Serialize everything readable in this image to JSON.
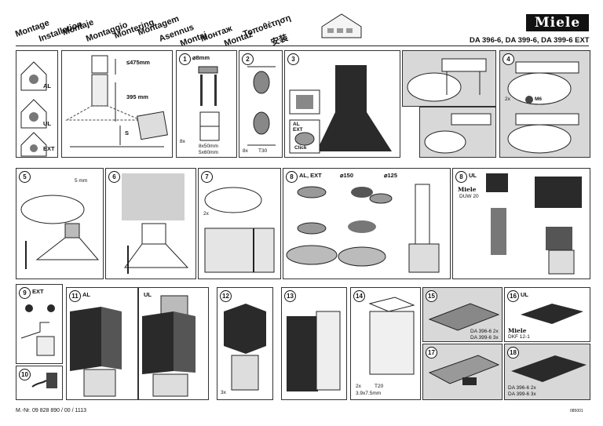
{
  "header": {
    "titles": [
      "Montage",
      "Installation",
      "Montaje",
      "Montaggio",
      "Montering",
      "Montagem",
      "Asennus",
      "Montaj",
      "Монтаж",
      "Montaż",
      "Τοποθέτηση",
      "安装"
    ],
    "brand": "Miele",
    "models": "DA 396-6, DA 399-6, DA 399-6 EXT"
  },
  "overview": {
    "modes": [
      "AL",
      "UL",
      "EXT"
    ],
    "dim_top": "≤475mm",
    "dim_mid": "395 mm",
    "dim_s": "S"
  },
  "steps": {
    "s1": {
      "num": "1",
      "drill": "⌀8mm",
      "count": "8x",
      "screws_a": "8x50mm",
      "screws_b": "5x60mm"
    },
    "s2": {
      "num": "2",
      "count": "8x",
      "tool": "T30"
    },
    "s3": {
      "num": "3",
      "modes": "AL\nEXT",
      "click": "Click"
    },
    "s4": {
      "num": "4",
      "count": "2x",
      "nut": "M6"
    },
    "s5": {
      "num": "5",
      "dim": "5 mm"
    },
    "s6": {
      "num": "6"
    },
    "s7": {
      "num": "7",
      "count": "2x"
    },
    "s8": {
      "num": "8",
      "label": "AL, EXT",
      "d1": "⌀150",
      "d2": "⌀125"
    },
    "s8b": {
      "num": "8",
      "label": "UL",
      "brand": "Miele",
      "kit": "DUW 20"
    },
    "s9": {
      "num": "9",
      "label": "EXT"
    },
    "s10": {
      "num": "10"
    },
    "s11": {
      "num": "11",
      "label_a": "AL",
      "label_b": "UL"
    },
    "s12": {
      "num": "12",
      "count": "3x"
    },
    "s13": {
      "num": "13"
    },
    "s14": {
      "num": "14",
      "count": "2x",
      "tool": "T20",
      "screw": "3.9x7.5mm"
    },
    "s15": {
      "num": "15",
      "line1": "DA 396-6 2x",
      "line2": "DA 399-6 3x"
    },
    "s16": {
      "num": "16",
      "label": "UL",
      "brand": "Miele",
      "kit": "DKF 12-1"
    },
    "s17": {
      "num": "17"
    },
    "s18": {
      "num": "18",
      "line1": "DA 396-6 2x",
      "line2": "DA 399-6 3x"
    }
  },
  "footer": {
    "doc_no": "M.-Nr. 09 828 890 / 00 / 1113",
    "code": "085001"
  }
}
